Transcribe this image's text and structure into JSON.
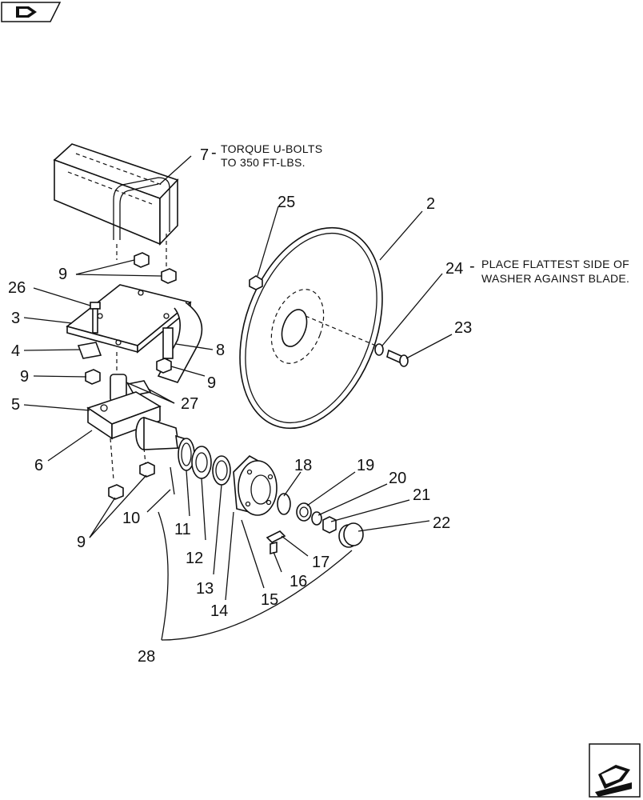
{
  "notes": {
    "torque_line1": "TORQUE U-BOLTS",
    "torque_line2": "TO 350 FT-LBS.",
    "washer_line1": "PLACE FLATTEST SIDE OF",
    "washer_line2": "WASHER AGAINST BLADE."
  },
  "callouts": {
    "c2": "2",
    "c3": "3",
    "c4": "4",
    "c5": "5",
    "c6": "6",
    "c7": "7",
    "c7_dash": "-",
    "c8": "8",
    "c9a": "9",
    "c9b": "9",
    "c9c": "9",
    "c9d": "9",
    "c10": "10",
    "c11": "11",
    "c12": "12",
    "c13": "13",
    "c14": "14",
    "c15": "15",
    "c16": "16",
    "c17": "17",
    "c18": "18",
    "c19": "19",
    "c20": "20",
    "c21": "21",
    "c22": "22",
    "c23": "23",
    "c24": "24",
    "c24_dash": "-",
    "c25": "25",
    "c26": "26",
    "c27": "27",
    "c28": "28"
  },
  "icons": {
    "top_left": "previous-page-icon",
    "bottom_right": "next-page-icon"
  }
}
